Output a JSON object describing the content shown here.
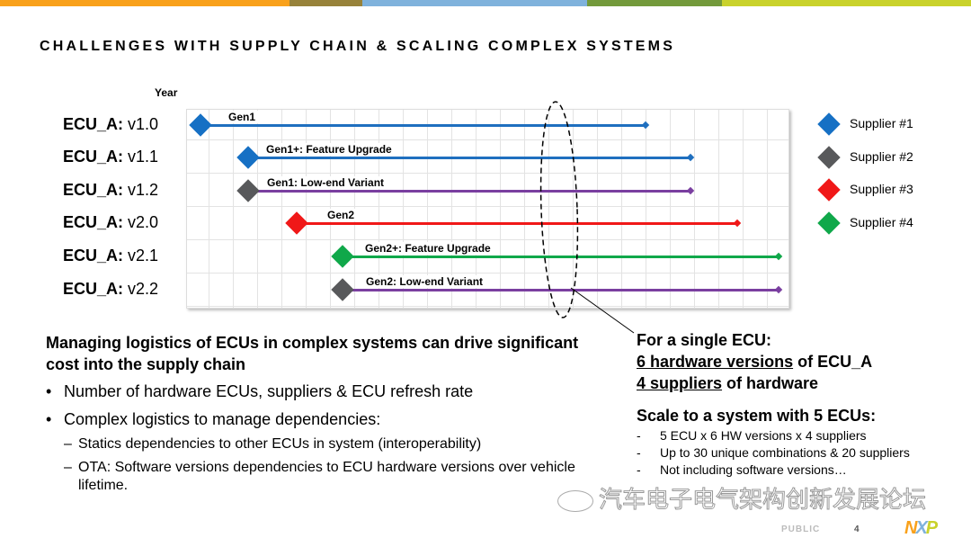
{
  "top_bar_colors": [
    "#f9a11b",
    "#97823a",
    "#7fb2dc",
    "#739a3b",
    "#c9d22c"
  ],
  "title": "CHALLENGES WITH SUPPLY CHAIN & SCALING COMPLEX SYSTEMS",
  "year_label": "Year",
  "rows": [
    {
      "ecu": "ECU_A:",
      "ver": " v1.0",
      "gen": "Gen1",
      "supplier": 1,
      "line_color": "#1f6fbf"
    },
    {
      "ecu": "ECU_A:",
      "ver": " v1.1",
      "gen": "Gen1+: Feature Upgrade",
      "supplier": 1,
      "line_color": "#1f6fbf"
    },
    {
      "ecu": "ECU_A:",
      "ver": " v1.2",
      "gen": "Gen1: Low-end Variant",
      "supplier": 2,
      "line_color": "#7a3fa0"
    },
    {
      "ecu": "ECU_A:",
      "ver": " v2.0",
      "gen": "Gen2",
      "supplier": 3,
      "line_color": "#f01818"
    },
    {
      "ecu": "ECU_A:",
      "ver": " v2.1",
      "gen": "Gen2+: Feature Upgrade",
      "supplier": 4,
      "line_color": "#10a84a"
    },
    {
      "ecu": "ECU_A:",
      "ver": " v2.2",
      "gen": "Gen2: Low-end Variant",
      "supplier": 2,
      "line_color": "#7a3fa0"
    }
  ],
  "legend": [
    {
      "label": "Supplier #1",
      "color": "#1670c4"
    },
    {
      "label": "Supplier #2",
      "color": "#58595b"
    },
    {
      "label": "Supplier #3",
      "color": "#f01818"
    },
    {
      "label": "Supplier #4",
      "color": "#10a84a"
    }
  ],
  "left": {
    "heading": "Managing logistics of ECUs in complex systems can drive significant cost into the supply chain",
    "bullets": [
      "Number of hardware ECUs, suppliers & ECU refresh rate",
      "Complex logistics to manage dependencies:"
    ],
    "sub": [
      "Statics dependencies to other ECUs in system (interoperability)",
      "OTA: Software versions dependencies to ECU hardware versions over vehicle lifetime."
    ]
  },
  "right": {
    "heading": "For a single ECU:",
    "line1_u": "6 hardware versions",
    "line1_rest": " of ECU_A",
    "line2_u": "4 suppliers",
    "line2_rest": " of hardware",
    "heading2": "Scale to a system with 5 ECUs:",
    "items": [
      "5 ECU x 6 HW versions x 4 suppliers",
      "Up to 30 unique combinations & 20 suppliers",
      "Not including software versions…"
    ]
  },
  "watermark": "汽车电子电气架构创新发展论坛",
  "footer": {
    "classification": "PUBLIC",
    "page": "4",
    "logo": "NXP"
  }
}
